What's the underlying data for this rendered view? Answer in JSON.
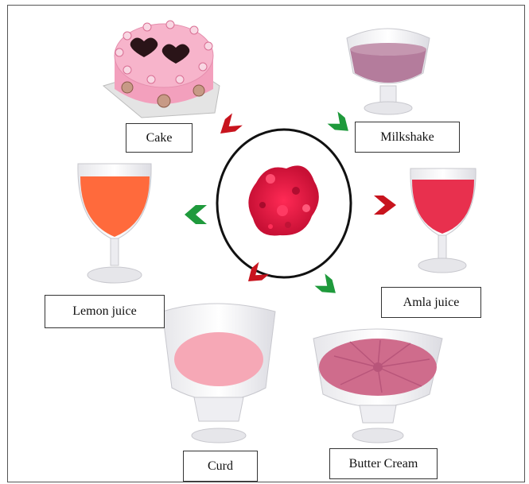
{
  "center": {
    "name": "pigment-powder"
  },
  "products": [
    {
      "key": "cake",
      "label": "Cake"
    },
    {
      "key": "milkshake",
      "label": "Milkshake"
    },
    {
      "key": "amla",
      "label": "Amla juice"
    },
    {
      "key": "butter",
      "label": "Butter Cream"
    },
    {
      "key": "curd",
      "label": "Curd"
    },
    {
      "key": "lemon",
      "label": "Lemon juice"
    }
  ],
  "colors": {
    "arrow_red": "#c8141e",
    "arrow_green": "#1f9a3c",
    "powder": "#e0183f",
    "cake_pink": "#f5aec6",
    "milkshake": "#b47c9c",
    "amla": "#e8304e",
    "butter": "#cf6c8c",
    "curd": "#f6a8b6",
    "lemon": "#ff6a3c"
  }
}
